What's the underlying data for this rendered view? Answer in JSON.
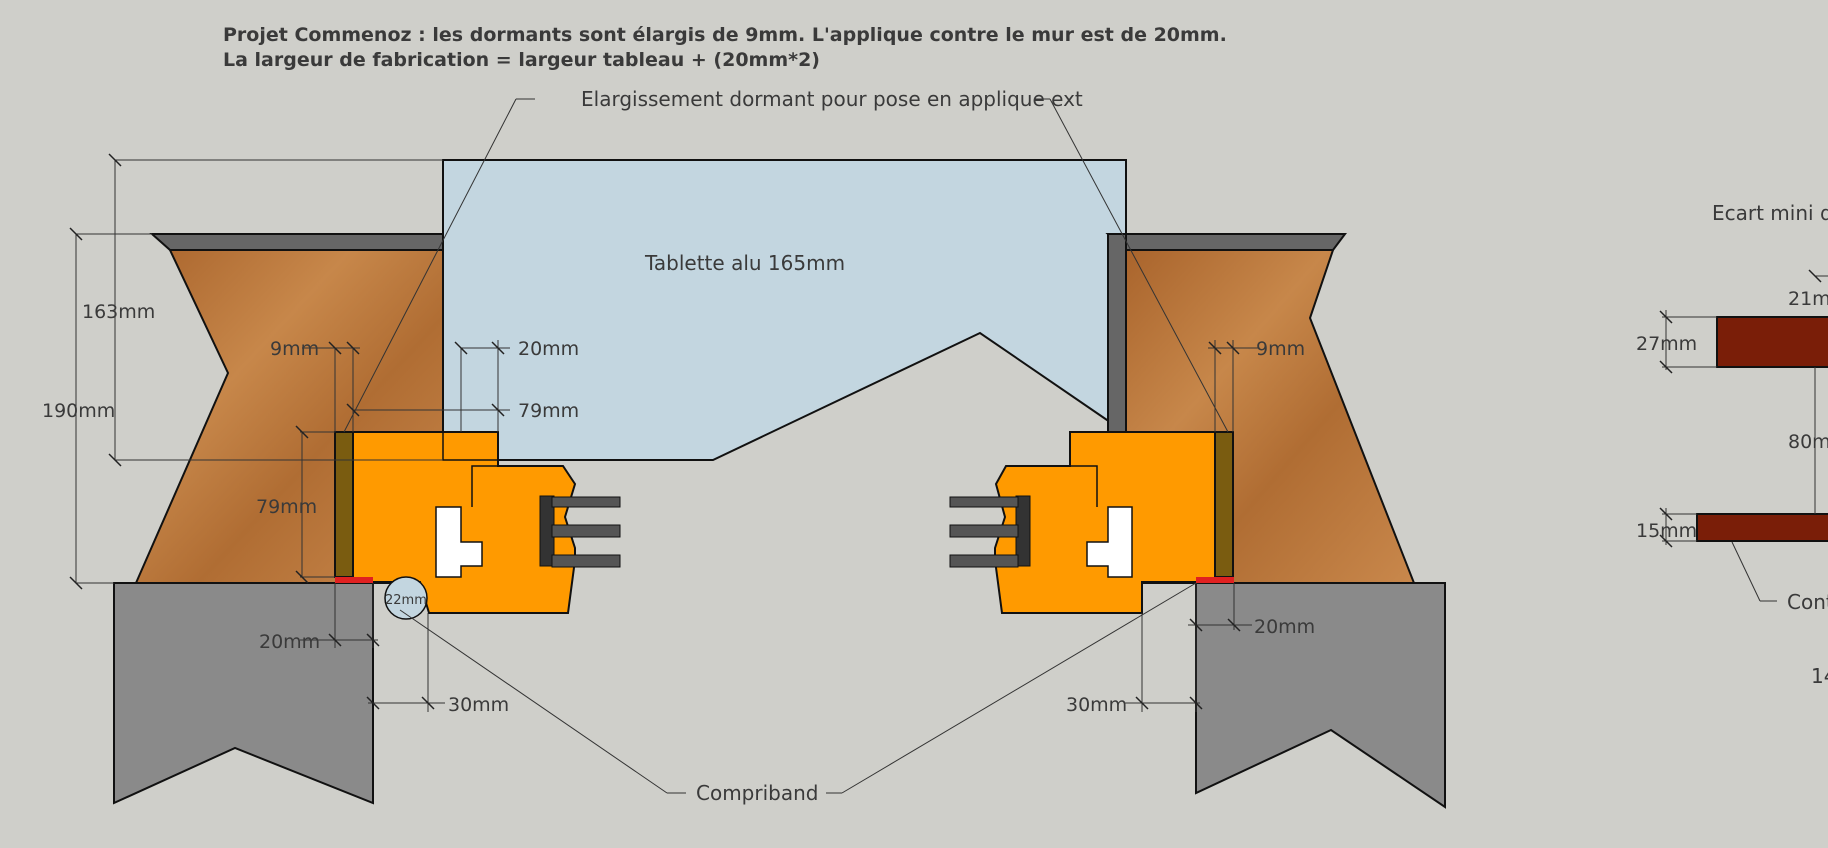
{
  "header": {
    "line1": "Projet Commenoz : les dormants sont élargis de 9mm. L'applique contre le mur est de 20mm.",
    "line2": "La largeur de fabrication = largeur tableau + (20mm*2)"
  },
  "labels": {
    "elargissement": "Elargissement dormant pour pose en applique ext",
    "tablette": "Tablette alu 165mm",
    "compriband": "Compriband",
    "ecart": "Ecart mini de",
    "cont": "Cont",
    "partial_14": "14"
  },
  "dimensions": {
    "d163": "163mm",
    "d190": "190mm",
    "d9_left": "9mm",
    "d20_top": "20mm",
    "d79_h": "79mm",
    "d79_v": "79mm",
    "d20_bottom_left": "20mm",
    "d22": "22mm",
    "d30_left": "30mm",
    "d9_right": "9mm",
    "d20_right": "20mm",
    "d30_right": "30mm",
    "d21": "21m",
    "d27": "27mm",
    "d80": "80m",
    "d15": "15mm"
  },
  "colors": {
    "background": "#cfcfca",
    "wall": "#8a8a8a",
    "wood": "#b8763a",
    "frame": "#ff9a00",
    "alu_shelf": "#c3d6e0",
    "frame_extension": "#7a5c10",
    "seal_red": "#e02020",
    "sample_red": "#7a1e08",
    "dark_gray": "#666666"
  }
}
